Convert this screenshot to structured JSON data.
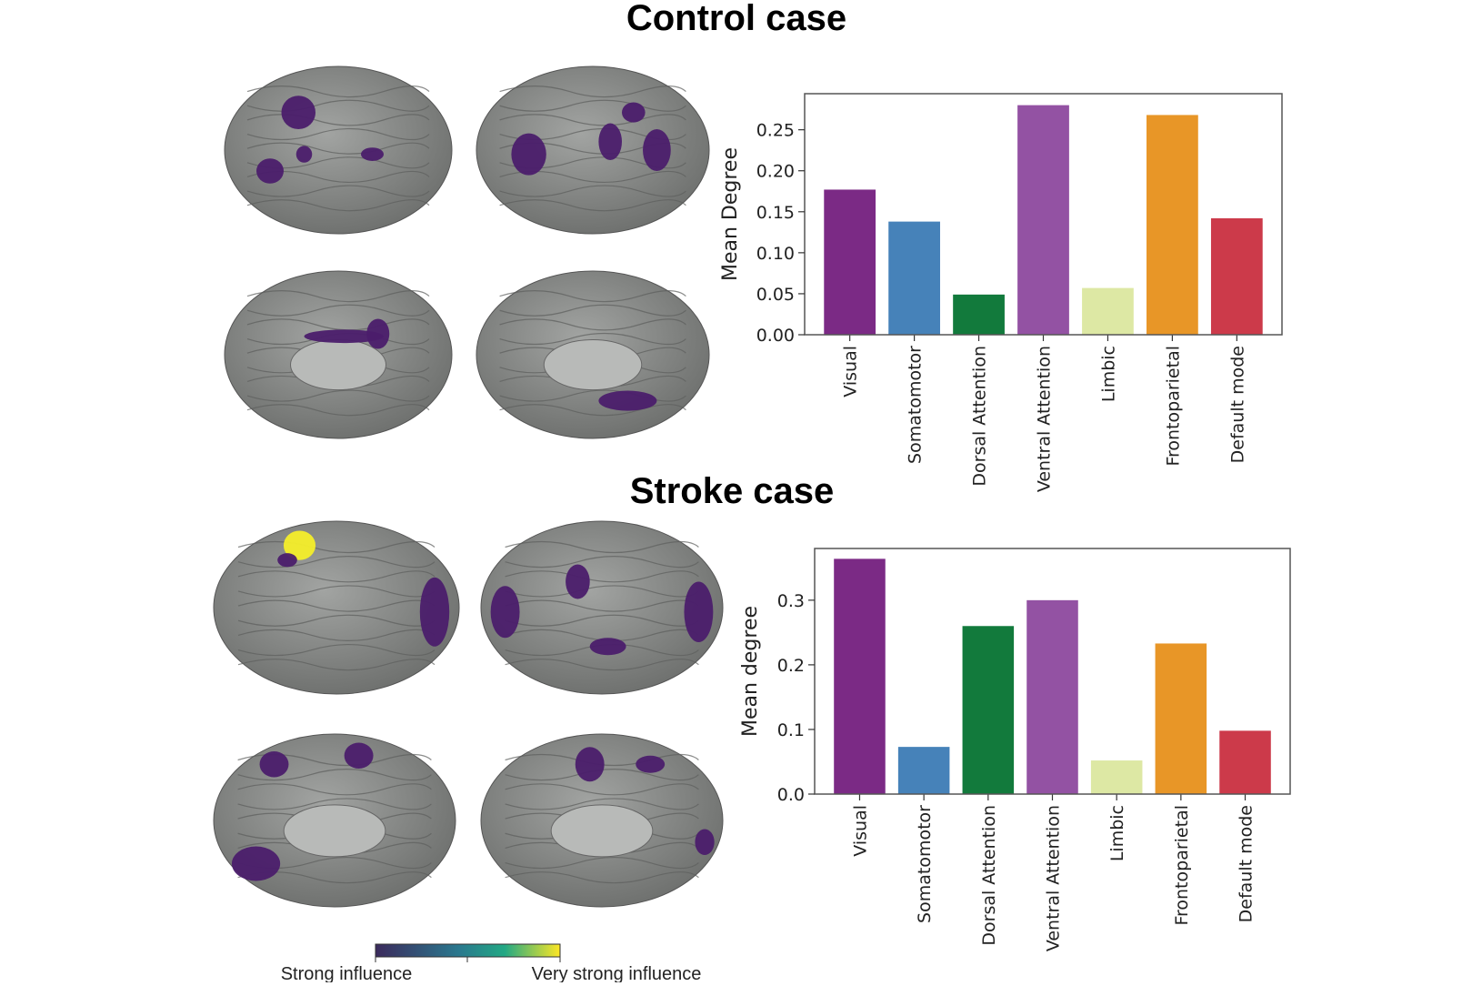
{
  "chart_data": [
    {
      "type": "bar",
      "title": "Control case",
      "xlabel": "",
      "ylabel": "Mean Degree",
      "categories": [
        "Visual",
        "Somatomotor",
        "Dorsal Attention",
        "Ventral Attention",
        "Limbic",
        "Frontoparietal",
        "Default mode"
      ],
      "values": [
        0.177,
        0.138,
        0.049,
        0.28,
        0.057,
        0.268,
        0.142
      ],
      "colors": [
        "#7b2a85",
        "#4682b9",
        "#127a3c",
        "#9352a3",
        "#dde8a4",
        "#e89627",
        "#cc3a4a"
      ],
      "ylim": [
        0,
        0.294
      ],
      "yticks": [
        "0.00",
        "0.05",
        "0.10",
        "0.15",
        "0.20",
        "0.25"
      ],
      "ytick_values": [
        0,
        0.05,
        0.1,
        0.15,
        0.2,
        0.25
      ],
      "grid": false
    },
    {
      "type": "bar",
      "title": "Stroke case",
      "xlabel": "",
      "ylabel": "Mean degree",
      "categories": [
        "Visual",
        "Somatomotor",
        "Dorsal Attention",
        "Ventral Attention",
        "Limbic",
        "Frontoparietal",
        "Default mode"
      ],
      "values": [
        0.364,
        0.073,
        0.26,
        0.3,
        0.052,
        0.233,
        0.098
      ],
      "colors": [
        "#7b2a85",
        "#4682b9",
        "#127a3c",
        "#9352a3",
        "#dde8a4",
        "#e89627",
        "#cc3a4a"
      ],
      "ylim": [
        0,
        0.38
      ],
      "yticks": [
        "0.0",
        "0.1",
        "0.2",
        "0.3"
      ],
      "ytick_values": [
        0,
        0.1,
        0.2,
        0.3
      ],
      "grid": false
    }
  ],
  "colorbar": {
    "low_label": "Strong influence",
    "high_label": "Very strong influence",
    "colors": [
      "#3b2a5c",
      "#2a788e",
      "#22a884",
      "#fde725"
    ]
  },
  "brain_colors": {
    "cortex": "#8a8c8a",
    "region": "#4b1d6b",
    "hot": "#f4ee2a"
  }
}
